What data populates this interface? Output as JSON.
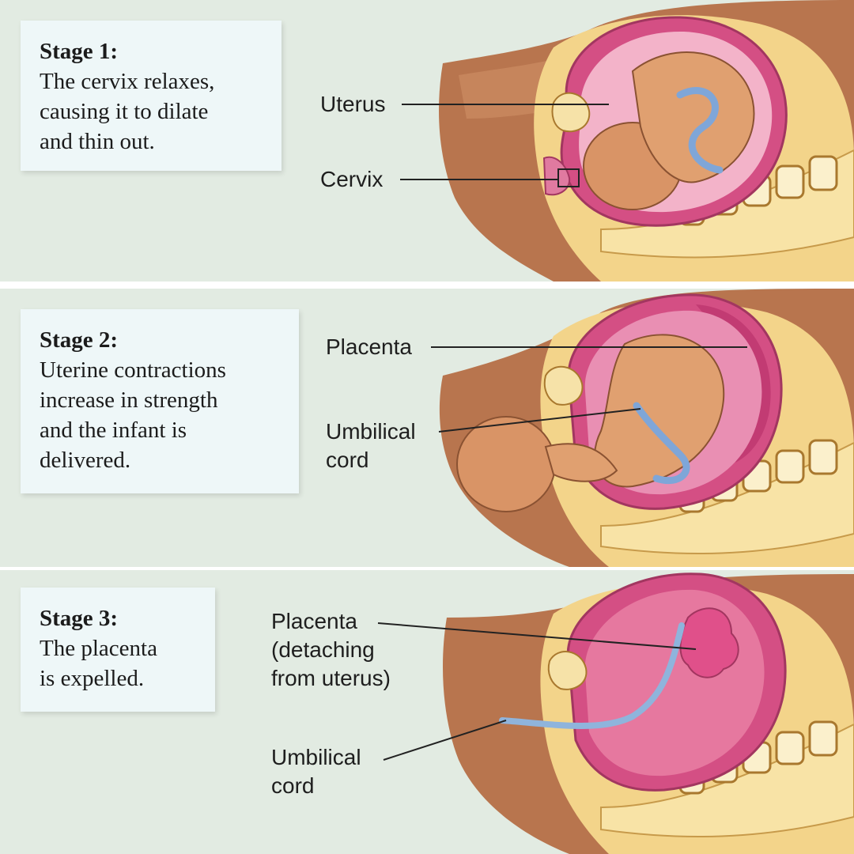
{
  "stages": [
    {
      "title": "Stage 1:",
      "text": "The cervix relaxes,\ncausing it to dilate\nand thin out.",
      "labels": [
        "Uterus",
        "Cervix"
      ]
    },
    {
      "title": "Stage 2:",
      "text": "Uterine contractions\nincrease in strength\nand the infant is\ndelivered.",
      "labels": [
        "Placenta",
        "Umbilical\ncord"
      ]
    },
    {
      "title": "Stage 3:",
      "text": "The placenta\nis expelled.",
      "labels": [
        "Placenta\n(detaching\nfrom uterus)",
        "Umbilical\ncord"
      ]
    }
  ]
}
